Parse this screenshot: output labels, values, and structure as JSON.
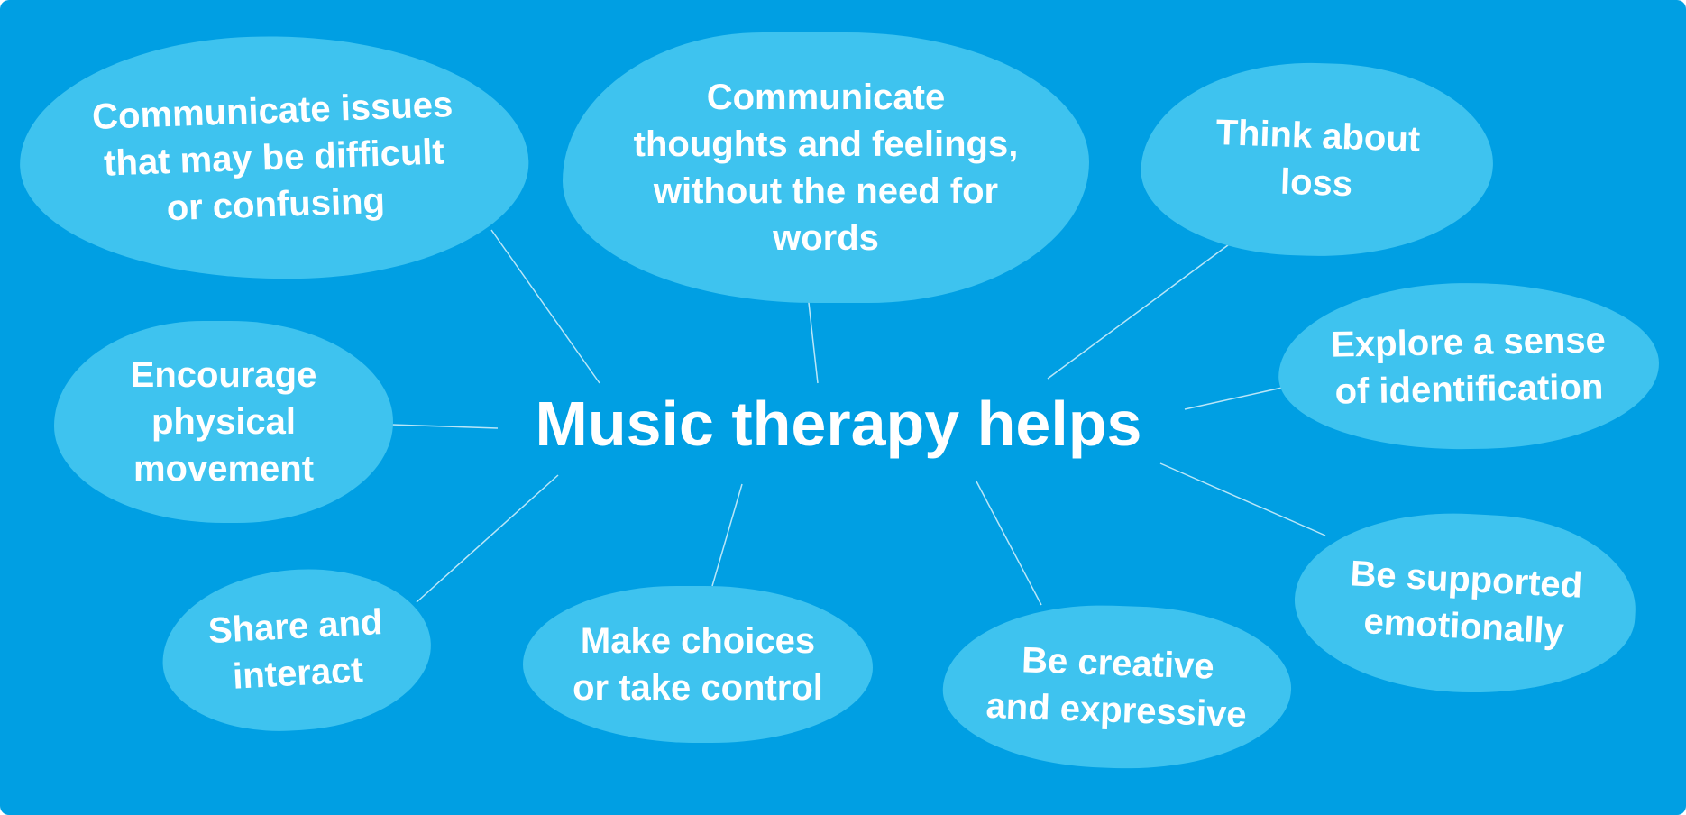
{
  "diagram": {
    "center": "Music therapy helps",
    "benefits": [
      "Communicate issues\nthat may be difficult\nor confusing",
      "Communicate\nthoughts and feelings,\nwithout the need for\nwords",
      "Think about\nloss",
      "Encourage\nphysical\nmovement",
      "Explore a sense\nof identification",
      "Be supported\nemotionally",
      "Share and\ninteract",
      "Make choices\nor take control",
      "Be creative\nand expressive"
    ],
    "colors": {
      "background": "#009fe3",
      "bubble": "#3ec3ef",
      "text": "#ffffff",
      "connector": "#b9e6f8"
    }
  }
}
